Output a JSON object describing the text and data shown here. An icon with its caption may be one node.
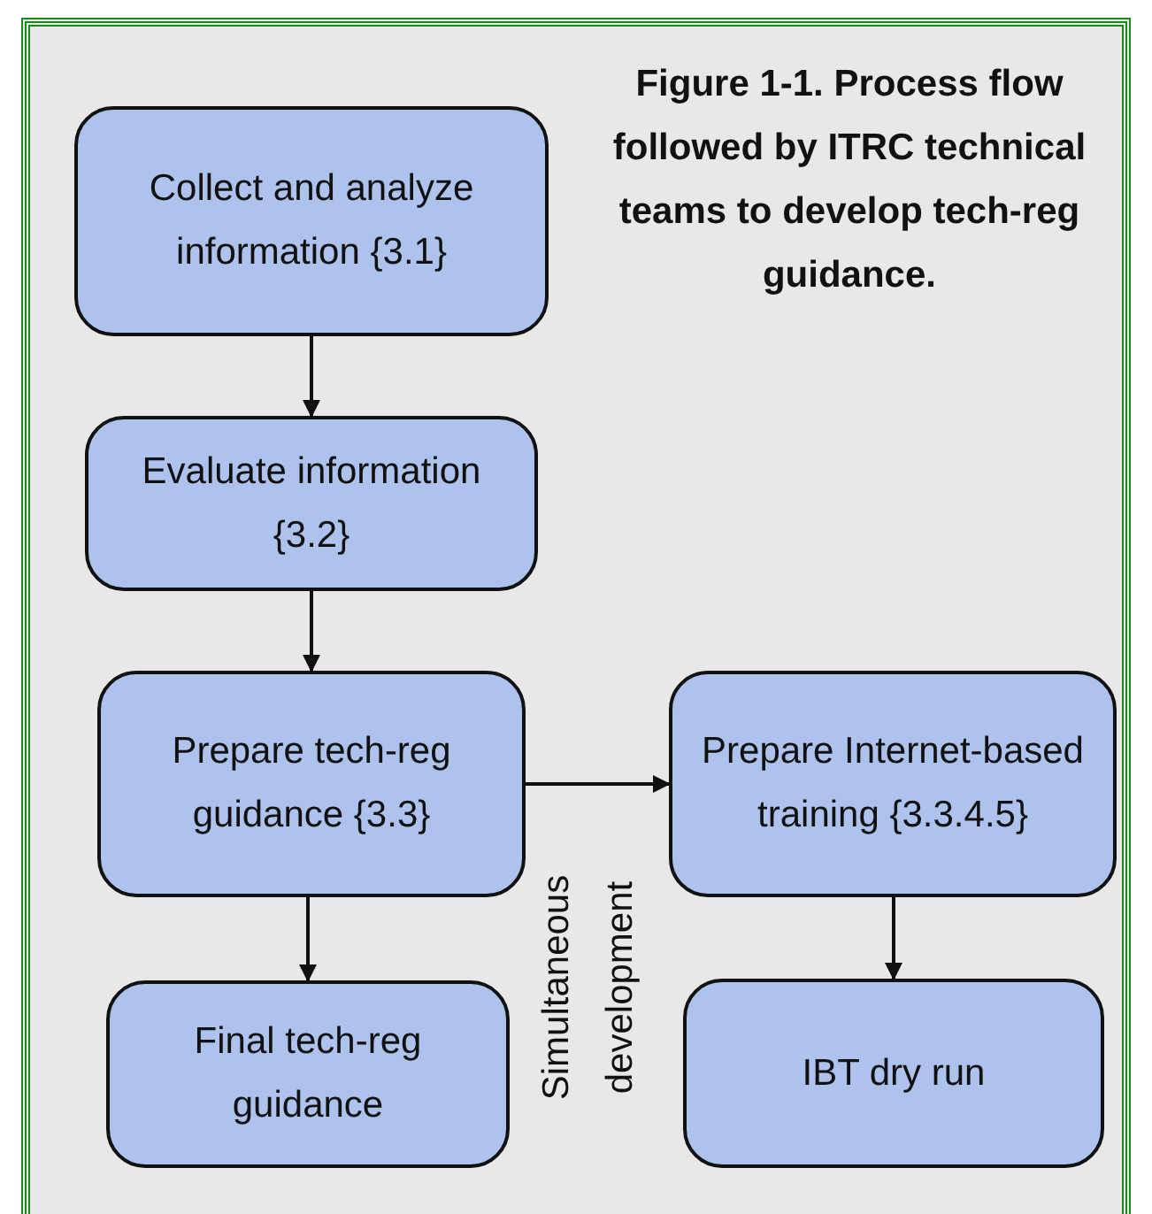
{
  "diagram": {
    "title": "Figure 1-1. Process flow followed by ITRC technical teams to develop tech-reg guidance.",
    "nodes": [
      {
        "text": [
          "Collect and analyze information {3.1}"
        ]
      },
      {
        "text": [
          "Evaluate information {3.2}"
        ]
      },
      {
        "text": [
          "Prepare tech-reg guidance {3.3}"
        ]
      },
      {
        "text": [
          "Prepare Internet-based training {3.3.4.5}"
        ]
      },
      {
        "text": [
          "Final tech-reg guidance"
        ]
      },
      {
        "text": [
          "IBT dry run"
        ]
      }
    ],
    "edges": [
      {
        "from": 0,
        "to": 1,
        "arrow": "to"
      },
      {
        "from": 1,
        "to": 2,
        "arrow": "to"
      },
      {
        "from": 2,
        "to": 3,
        "arrow": "to"
      },
      {
        "from": 2,
        "to": 4,
        "arrow": "to"
      },
      {
        "from": 3,
        "to": 5,
        "arrow": "to"
      }
    ],
    "labels": [
      "Simultaneous development"
    ]
  }
}
